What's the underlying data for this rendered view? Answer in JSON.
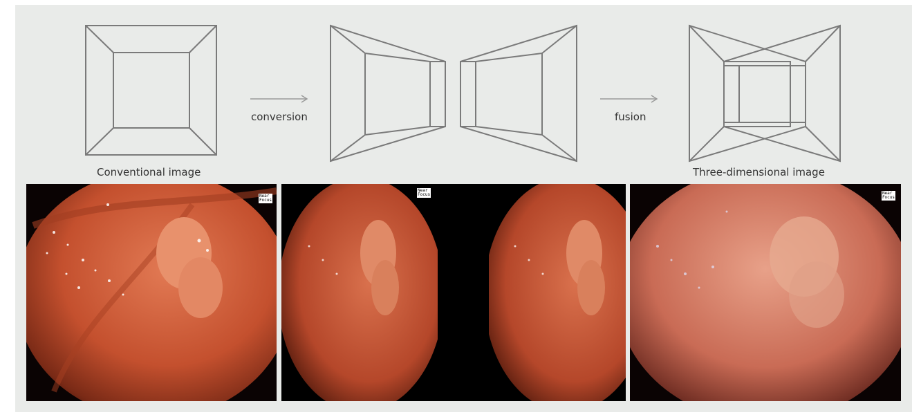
{
  "labels": {
    "conventional": "Conventional image",
    "conversion": "conversion",
    "fusion": "fusion",
    "three_dimensional": "Three-dimensional image"
  },
  "photos": {
    "badge_left": "Near\nFocus",
    "badge_mid": "Near\nFocus",
    "badge_right": "Near\nFocus"
  },
  "colors": {
    "background": "#e9ebe9",
    "line": "#7a7a7a",
    "tissue": "#c8553a",
    "polyp": "#e88d6b"
  }
}
